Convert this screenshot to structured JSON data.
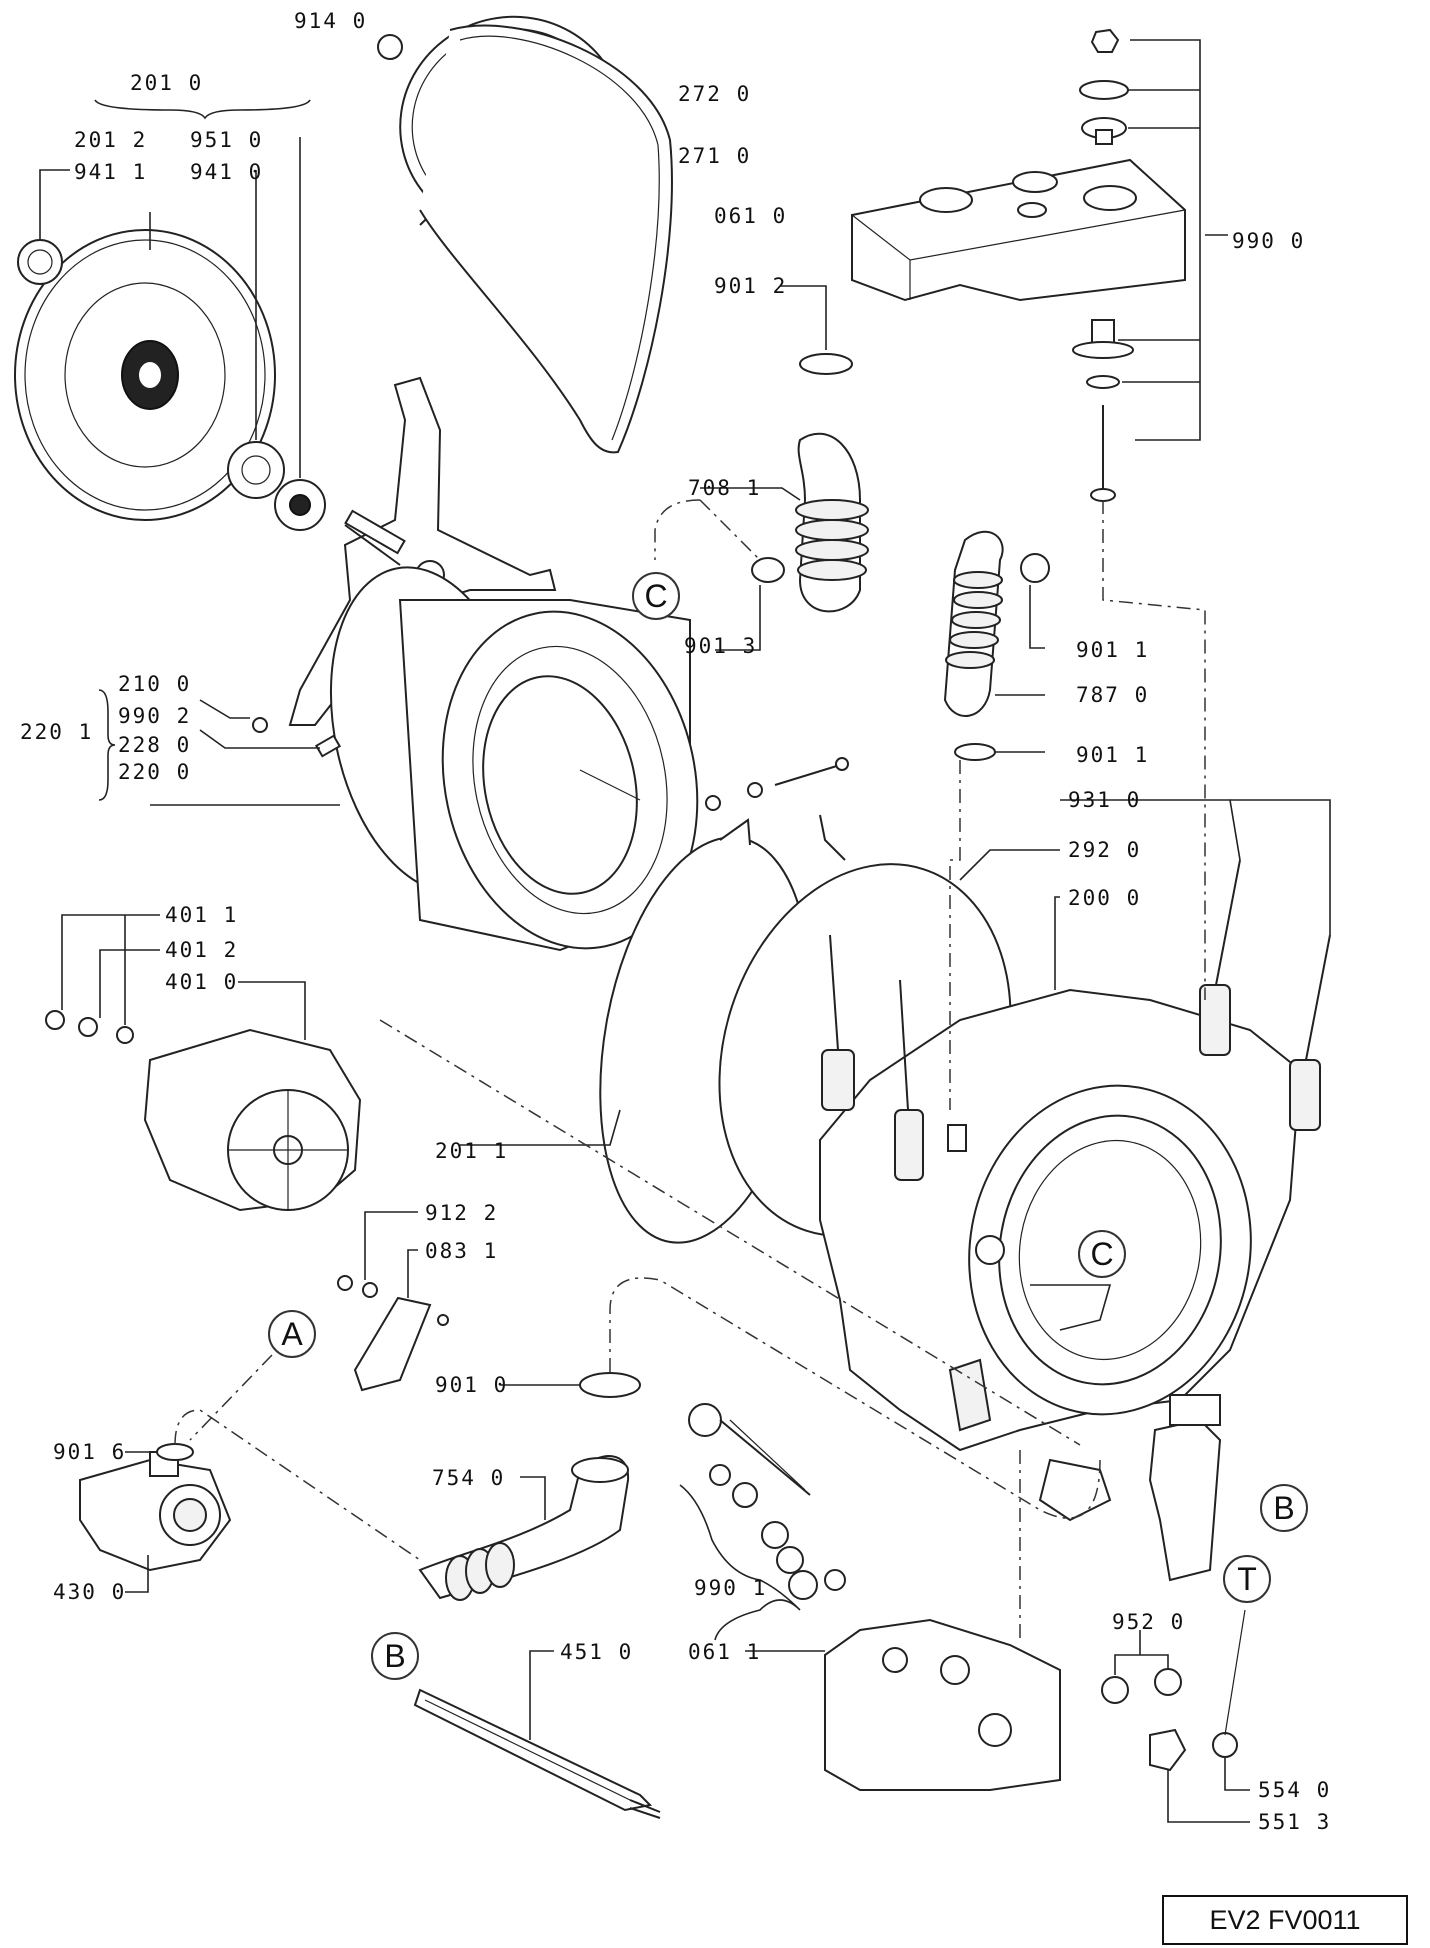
{
  "document_code": "EV2 FV0011",
  "callouts": {
    "a_left": "A",
    "b_left": "B",
    "b_right": "B",
    "c_top": "C",
    "c_tub": "C",
    "t_right": "T"
  },
  "labels": {
    "p9140": "914 0",
    "p2720": "272 0",
    "p2710": "271 0",
    "p0610": "061 0",
    "p9012": "901 2",
    "p9900": "990 0",
    "p2010": "201 0",
    "p2012": "201 2",
    "p9510": "951 0",
    "p9411": "941 1",
    "p9410": "941 0",
    "p7081": "708 1",
    "p9013": "901 3",
    "p9011a": "901 1",
    "p7870": "787 0",
    "p9011b": "901 1",
    "p2100": "210 0",
    "p9902": "990 2",
    "p2280": "228 0",
    "p2200": "220 0",
    "p2201": "220 1",
    "p9310": "931 0",
    "p2920": "292 0",
    "p2000": "200 0",
    "p4011": "401 1",
    "p4012": "401 2",
    "p4010": "401 0",
    "p2011": "201 1",
    "p9122": "912 2",
    "p0831": "083 1",
    "p9010": "901 0",
    "p9016": "901 6",
    "p4300": "430 0",
    "p7540": "754 0",
    "p9901": "990 1",
    "p9520": "952 0",
    "p4510": "451 0",
    "p0611": "061 1",
    "p5540": "554 0",
    "p5513": "551 3"
  }
}
